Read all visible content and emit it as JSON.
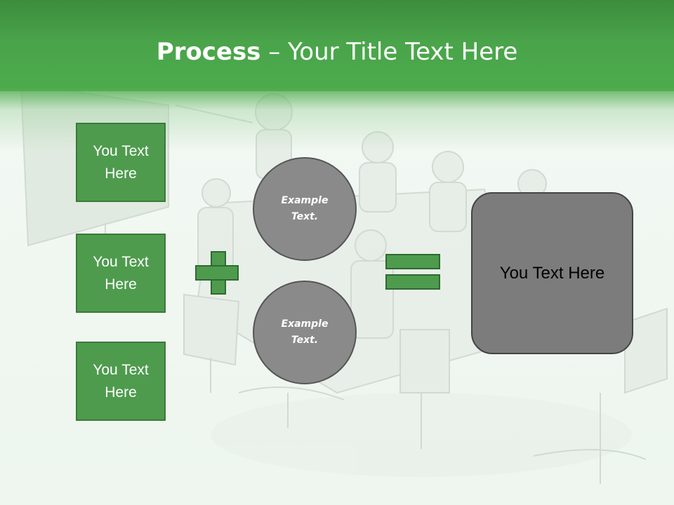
{
  "slide": {
    "title_strong": "Process",
    "title_rest": " – Your Title Text Here"
  },
  "left_boxes": [
    {
      "line1": "You Text",
      "line2": "Here"
    },
    {
      "line1": "You Text",
      "line2": "Here"
    },
    {
      "line1": "You Text",
      "line2": "Here"
    }
  ],
  "circles": [
    {
      "line1": "Example",
      "line2": "Text."
    },
    {
      "line1": "Example",
      "line2": "Text."
    }
  ],
  "result_box": {
    "label": "You Text Here"
  },
  "colors": {
    "header_green": "#4aa44a",
    "box_green": "#4e9b4e",
    "circle_gray": "#8a8a8a",
    "result_gray": "#7c7c7c"
  },
  "icons": {
    "plus": "plus-icon",
    "equals": "equals-icon"
  }
}
